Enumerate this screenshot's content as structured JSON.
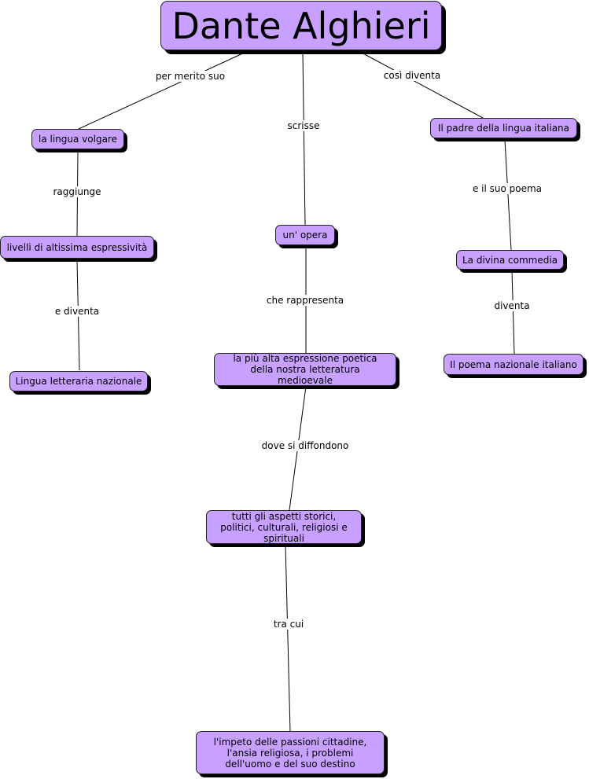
{
  "title": "Dante Alghieri",
  "nodes": {
    "lingua_volgare": "la lingua volgare",
    "livelli": "livelli di altissima espressività",
    "lingua_letteraria": "Lingua letteraria nazionale",
    "opera": "un' opera",
    "espressione": "la più alta espressione poetica della nostra letteratura medioevale",
    "aspetti": "tutti gli aspetti storici, politici, culturali, religiosi e spirituali",
    "impeto": "l'impeto delle passioni cittadine, l'ansia religiosa, i problemi dell'uomo e del suo destino",
    "padre": "Il padre della lingua italiana",
    "divina_commedia": "La divina commedia",
    "poema": "Il poema nazionale italiano"
  },
  "links": {
    "per_merito_suo": "per merito suo",
    "scrisse": "scrisse",
    "cosi_diventa": "così diventa",
    "raggiunge": "raggiunge",
    "e_diventa": "e diventa",
    "che_rappresenta": "che rappresenta",
    "dove_si_diffondono": "dove si diffondono",
    "tra_cui": "tra cui",
    "e_il_suo_poema": "e il suo poema",
    "diventa": "diventa"
  }
}
